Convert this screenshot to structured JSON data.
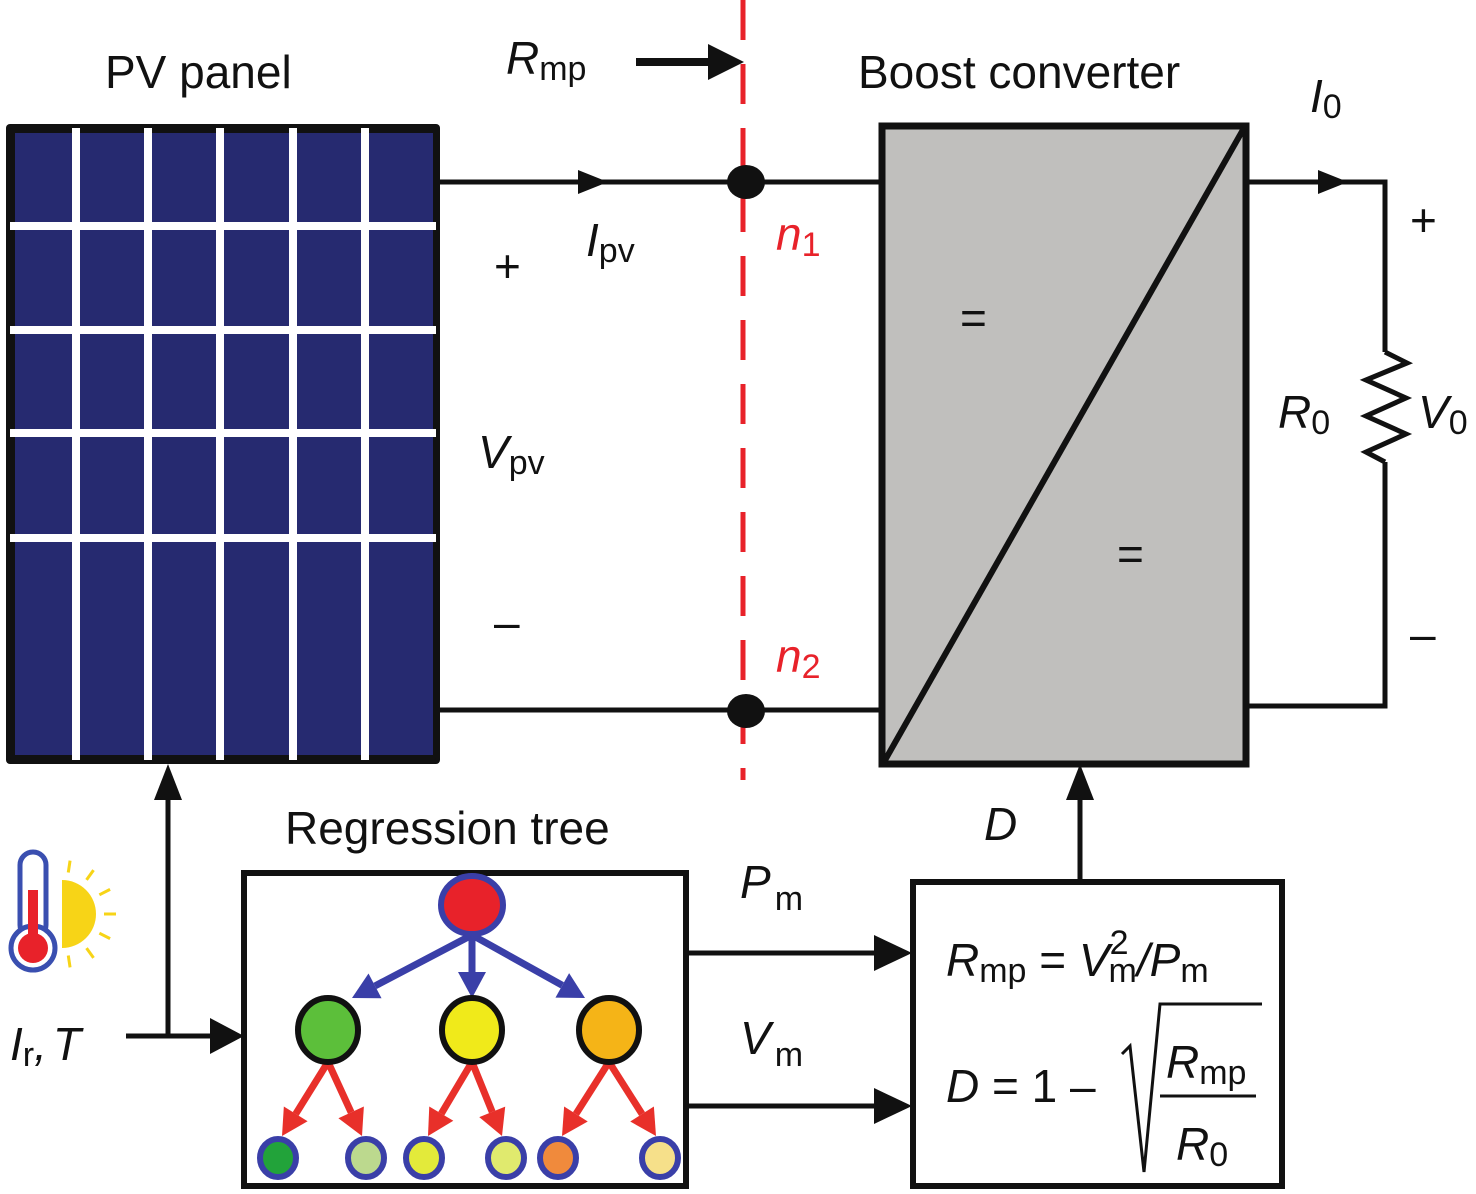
{
  "title_labels": {
    "pv_panel": "PV panel",
    "boost_converter": "Boost converter",
    "regression_tree": "Regression tree"
  },
  "signals": {
    "rmp": {
      "main": "R",
      "sub": "mp"
    },
    "ipv": {
      "main": "I",
      "sub": "pv"
    },
    "vpv": {
      "main": "V",
      "sub": "pv"
    },
    "io": {
      "main": "I",
      "sub": "0"
    },
    "ro": {
      "main": "R",
      "sub": "0"
    },
    "vo": {
      "main": "V",
      "sub": "0"
    },
    "pm": {
      "main": "P",
      "sub": "m"
    },
    "vm": {
      "main": "V",
      "sub": "m"
    },
    "d": "D",
    "inputs": {
      "ir_main": "I",
      "ir_sub": "r",
      "sep": ",",
      "t": "T"
    }
  },
  "nodes": {
    "n1": {
      "main": "n",
      "sub": "1"
    },
    "n2": {
      "main": "n",
      "sub": "2"
    }
  },
  "polarity": {
    "plus": "+",
    "minus": "–"
  },
  "converter_symbols": {
    "top": "=",
    "bottom": "="
  },
  "equations": {
    "eq1": {
      "lhs_main": "R",
      "lhs_sub": "mp",
      "eq": " = ",
      "v": "V",
      "v_sup": "2",
      "v_sub": "m",
      "slash": "/",
      "p": "P",
      "p_sub": "m"
    },
    "eq2": {
      "lhs": "D",
      "rhs": " = 1 –",
      "num_main": "R",
      "num_sub": "mp",
      "den_main": "R",
      "den_sub": "0"
    }
  },
  "tree": {
    "root_color": "#e8222a",
    "level1_colors": [
      "#5cbf3a",
      "#f0ea1a",
      "#f5b417"
    ],
    "leaf_colors": [
      "#22a33a",
      "#bcd98e",
      "#e3ea3a",
      "#e0ea6e",
      "#f08a3c",
      "#f6e08a"
    ],
    "level1_arrow_color": "#3a3fa8",
    "level2_arrow_color": "#e8302a",
    "node_outline_color": "#3a3fa8"
  },
  "colors": {
    "panel_fill": "#262a70",
    "converter_fill": "#c0bfbd",
    "boundary_line": "#e8222a",
    "thermometer_outline": "#3a4fb0",
    "thermometer_fill": "#e8222a",
    "sun_fill": "#f7d417"
  },
  "icons": [
    "thermometer-icon",
    "sun-icon"
  ]
}
